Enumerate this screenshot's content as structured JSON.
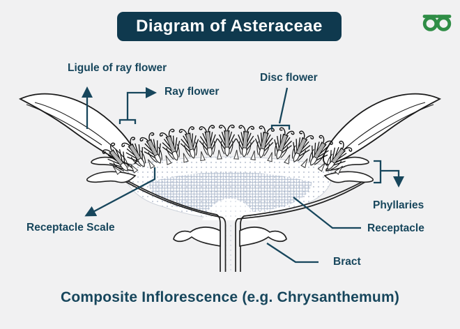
{
  "header": {
    "title": "Diagram of Asteraceae"
  },
  "labels": {
    "ligule": "Ligule of ray flower",
    "ray_flower": "Ray flower",
    "disc_flower": "Disc flower",
    "phyllaries": "Phyllaries",
    "receptacle_scale": "Receptacle Scale",
    "receptacle": "Receptacle",
    "bract": "Bract"
  },
  "caption": "Composite Inflorescence (e.g. Chrysanthemum)",
  "colors": {
    "background": "#f1f1f2",
    "banner_bg": "#0f394e",
    "banner_text": "#ffffff",
    "label_text": "#17465c",
    "leader_line": "#17465c",
    "logo_green": "#2f8d46",
    "drawing_outline": "#1a1a1a",
    "texture_blue_gray": "#a9b6ca"
  }
}
